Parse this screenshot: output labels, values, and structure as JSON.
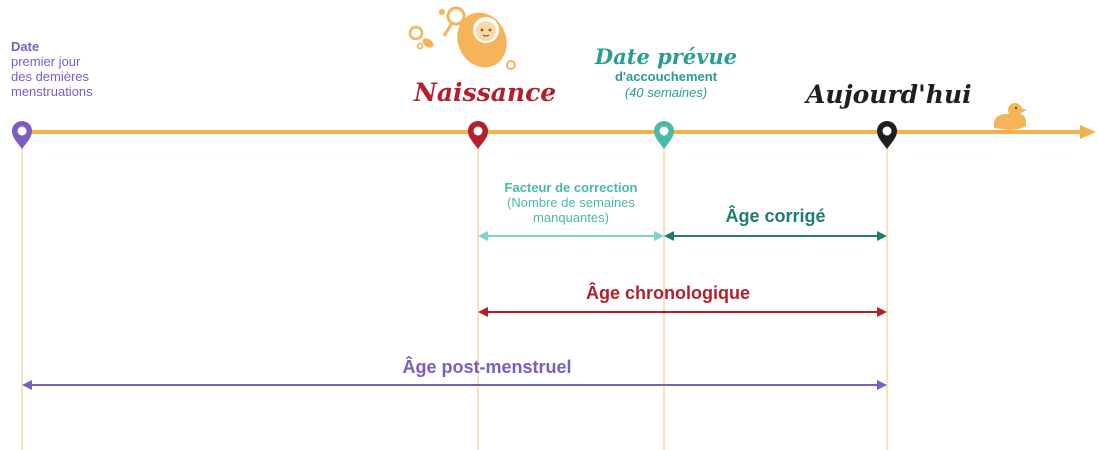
{
  "milestones": {
    "lmp": {
      "title": "Date",
      "lines": [
        "premier jour",
        "des demières",
        "menstruations"
      ]
    },
    "birth": {
      "title": "Naissance"
    },
    "due": {
      "title": "Date prévue",
      "sub1": "d'accouchement",
      "sub2": "(40 semaines)"
    },
    "today": {
      "title": "Aujourd'hui"
    }
  },
  "spans": {
    "correction": {
      "title": "Facteur de correction",
      "lines": [
        "(Nombre de semaines",
        "manquantes)"
      ]
    },
    "corrected_age": "Âge corrigé",
    "chronological_age": "Âge chronologique",
    "post_menstrual_age": "Âge post-menstruel"
  },
  "colors": {
    "timeline": "#f4b14a",
    "purple": "#7b5cc4",
    "red": "#b31f2b",
    "teal": "#2a9d8f",
    "dark_teal": "#1e7d72",
    "light_teal": "#7fd3c7",
    "dark": "#1f1f1f",
    "illustration": "#f6b45a"
  },
  "icons": [
    "baby-icon",
    "rattle-icon",
    "pacifier-icon",
    "rubber-duck-icon",
    "map-pin-icon"
  ]
}
